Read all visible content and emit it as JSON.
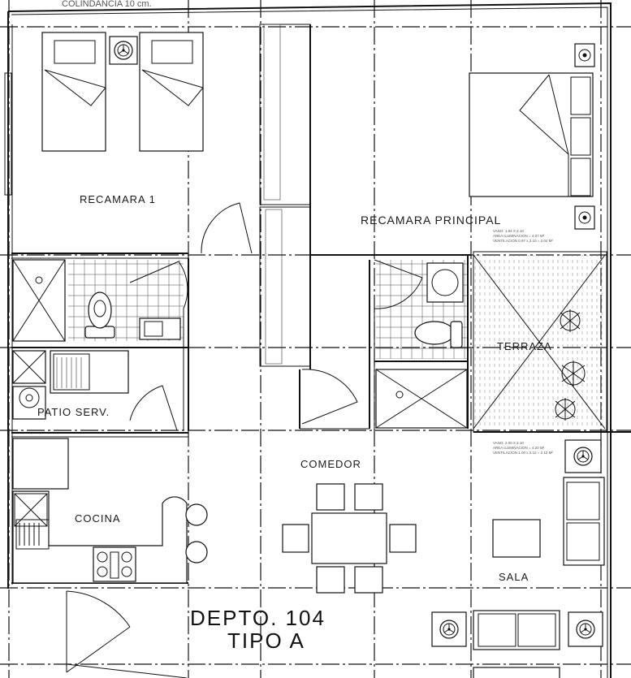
{
  "header_note": "COLINDANCIA 10 cm.",
  "rooms": {
    "recamara_1": "RECAMARA 1",
    "recamara_principal": "RECAMARA PRINCIPAL",
    "patio_serv": "PATIO SERV.",
    "terraza": "TERRAZA",
    "comedor": "COMEDOR",
    "cocina": "COCINA",
    "sala": "SALA"
  },
  "notes": {
    "principal": [
      "VANO: 1.94 X 2.10",
      "AREA ILUMINACION = 4.07 M²",
      "VENTILACION 0.97 x 2.10 = 2.04 M²"
    ],
    "sala": [
      "VANO: 2.00 X 2.10",
      "AREA ILUMINACION = 4.20 M²",
      "VENTILACION 1.00 x 2.10 = 2.10 M²"
    ]
  },
  "title_block": {
    "line1": "DEPTO. 104",
    "line2": "TIPO A"
  },
  "icons": {
    "fan": "fan-icon",
    "plant": "plant-icon"
  },
  "colors": {
    "ink": "#111111",
    "paper": "#ffffff"
  }
}
